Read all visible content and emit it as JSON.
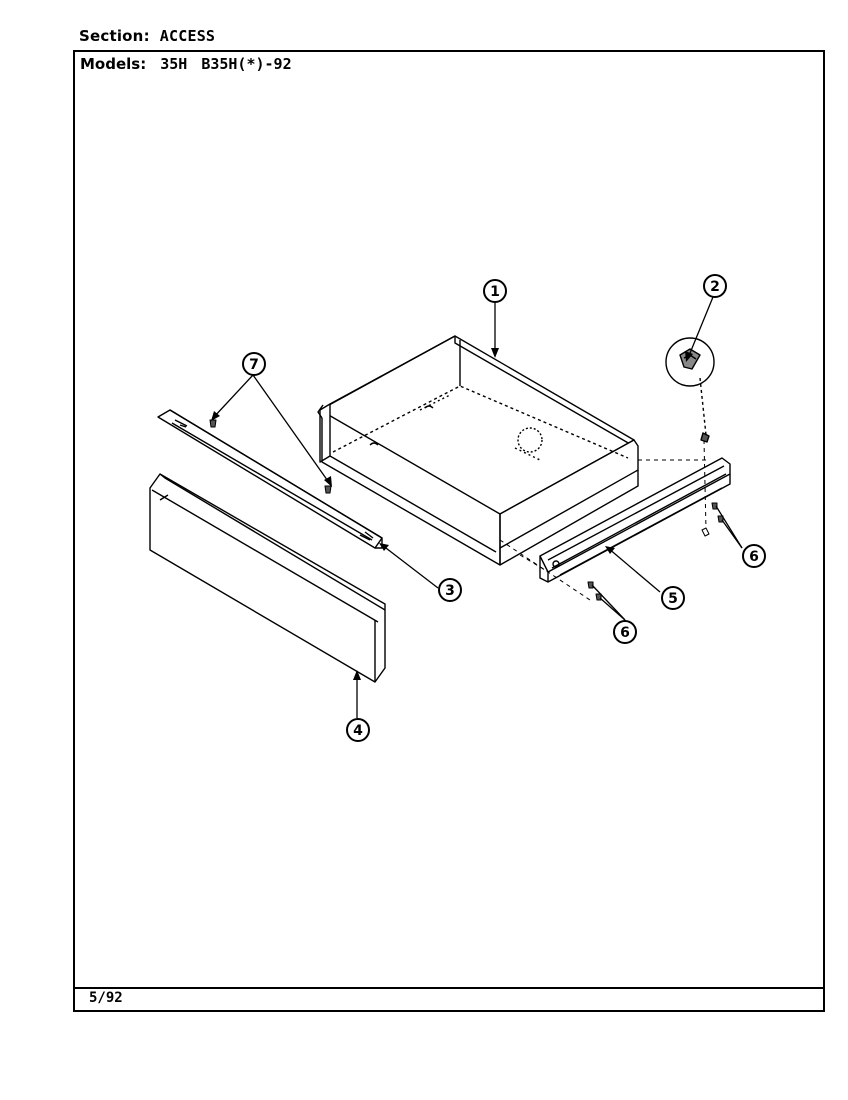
{
  "header": {
    "section_label": "Section:",
    "section_value": "ACCESS"
  },
  "models": {
    "label": "Models:",
    "model_1": "35H",
    "model_2": "B35H(*)-92"
  },
  "footer": {
    "date": "5/92"
  },
  "callouts": {
    "c1": "1",
    "c2": "2",
    "c3": "3",
    "c4": "4",
    "c5": "5",
    "c6a": "6",
    "c6b": "6",
    "c7": "7"
  }
}
